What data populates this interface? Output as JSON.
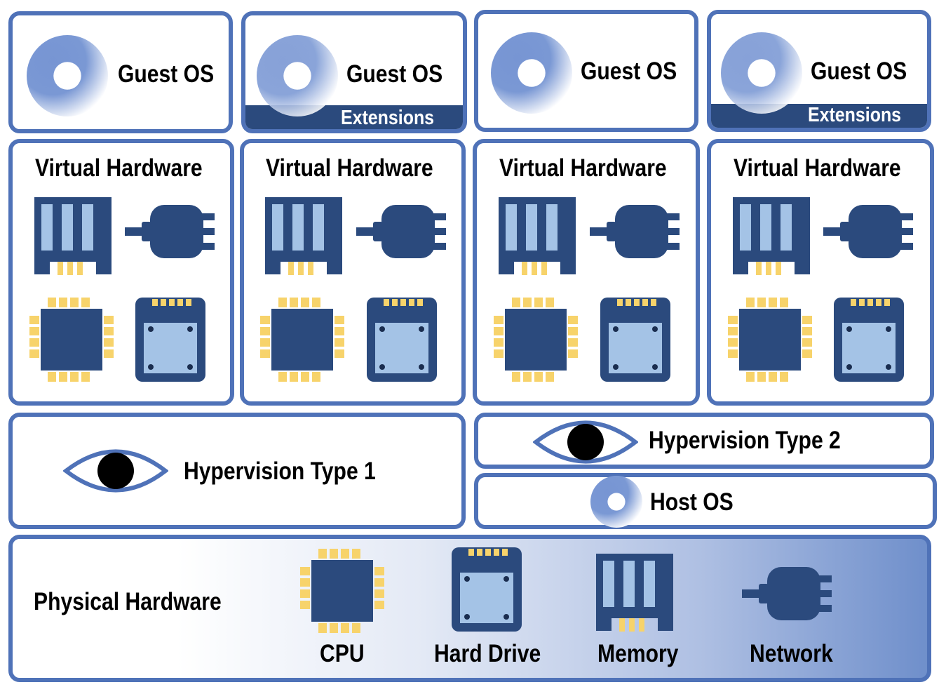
{
  "guest_os": [
    {
      "label": "Guest OS",
      "extensions": ""
    },
    {
      "label": "Guest OS",
      "extensions": "Extensions"
    },
    {
      "label": "Guest OS",
      "extensions": ""
    },
    {
      "label": "Guest OS",
      "extensions": "Extensions"
    }
  ],
  "virtual_hardware": [
    {
      "title": "Virtual Hardware",
      "icons": [
        "memory-icon",
        "network-icon",
        "cpu-icon",
        "hard-drive-icon"
      ]
    },
    {
      "title": "Virtual Hardware",
      "icons": [
        "memory-icon",
        "network-icon",
        "cpu-icon",
        "hard-drive-icon"
      ]
    },
    {
      "title": "Virtual Hardware",
      "icons": [
        "memory-icon",
        "network-icon",
        "cpu-icon",
        "hard-drive-icon"
      ]
    },
    {
      "title": "Virtual Hardware",
      "icons": [
        "memory-icon",
        "network-icon",
        "cpu-icon",
        "hard-drive-icon"
      ]
    }
  ],
  "hypervisor_type1": {
    "label": "Hypervision Type 1",
    "icon": "eye-icon"
  },
  "hypervisor_type2": {
    "label": "Hypervision Type 2",
    "icon": "eye-icon"
  },
  "host_os": {
    "label": "Host OS",
    "icon": "disc-icon"
  },
  "physical_hardware": {
    "label": "Physical Hardware",
    "components": [
      {
        "name": "CPU",
        "icon": "cpu-icon"
      },
      {
        "name": "Hard Drive",
        "icon": "hard-drive-icon"
      },
      {
        "name": "Memory",
        "icon": "memory-icon"
      },
      {
        "name": "Network",
        "icon": "network-icon"
      }
    ]
  },
  "colors": {
    "border": "#4f72b8",
    "icon_dark": "#2b4a7d",
    "icon_light": "#a4c3e6",
    "gold": "#f7d36b",
    "disc_blue": "#6e8fcd"
  }
}
